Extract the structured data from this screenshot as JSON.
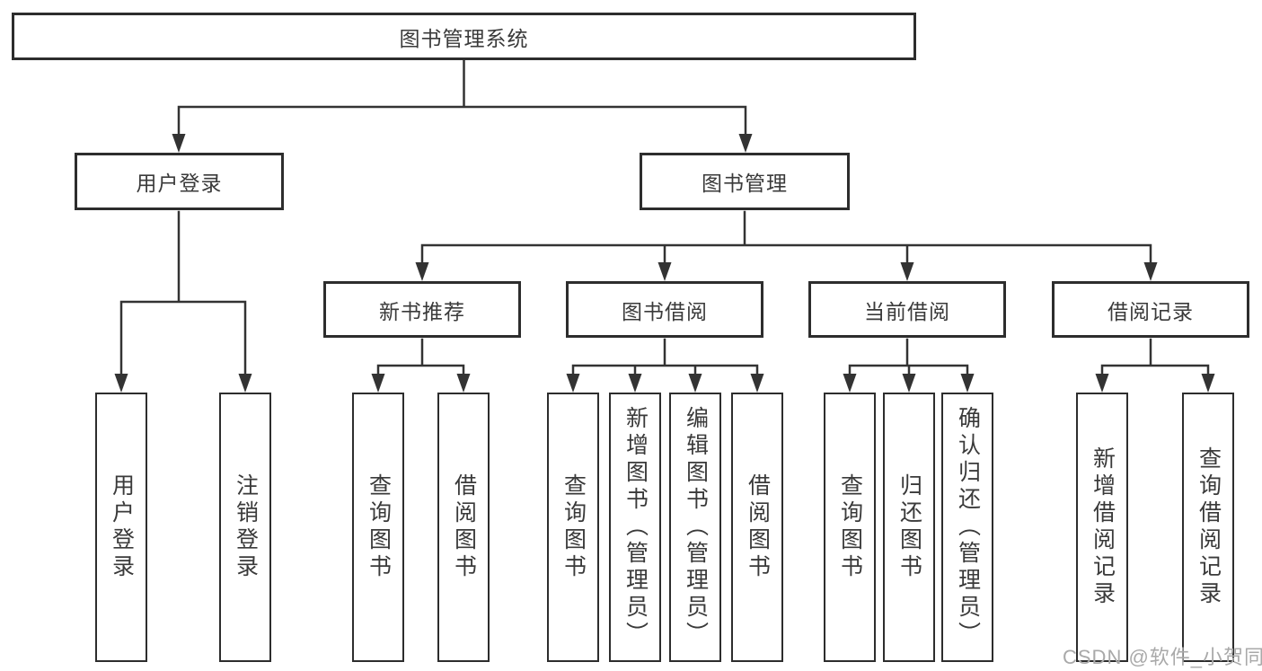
{
  "diagram": {
    "root": {
      "label": "图书管理系统"
    },
    "level2": [
      {
        "label": "用户登录"
      },
      {
        "label": "图书管理"
      }
    ],
    "level3": [
      {
        "label": "新书推荐",
        "parent": "图书管理"
      },
      {
        "label": "图书借阅",
        "parent": "图书管理"
      },
      {
        "label": "当前借阅",
        "parent": "图书管理"
      },
      {
        "label": "借阅记录",
        "parent": "图书管理"
      }
    ],
    "leaves": [
      {
        "label": "用户登录",
        "parent": "用户登录"
      },
      {
        "label": "注销登录",
        "parent": "用户登录"
      },
      {
        "label": "查询图书",
        "parent": "新书推荐"
      },
      {
        "label": "借阅图书",
        "parent": "新书推荐"
      },
      {
        "label": "查询图书",
        "parent": "图书借阅"
      },
      {
        "label": "新增图书（管理员）",
        "parent": "图书借阅"
      },
      {
        "label": "编辑图书（管理员）",
        "parent": "图书借阅"
      },
      {
        "label": "借阅图书",
        "parent": "图书借阅"
      },
      {
        "label": "查询图书",
        "parent": "当前借阅"
      },
      {
        "label": "归还图书",
        "parent": "当前借阅"
      },
      {
        "label": "确认归还（管理员）",
        "parent": "当前借阅"
      },
      {
        "label": "新增借阅记录",
        "parent": "借阅记录"
      },
      {
        "label": "查询借阅记录",
        "parent": "借阅记录"
      }
    ],
    "watermark": "CSDN @软件_小贺同学",
    "colors": {
      "line": "#333333",
      "box_border": "#2d2d2d",
      "text": "#3a3a3a",
      "watermark": "#a9a9a9",
      "background": "#ffffff"
    }
  }
}
